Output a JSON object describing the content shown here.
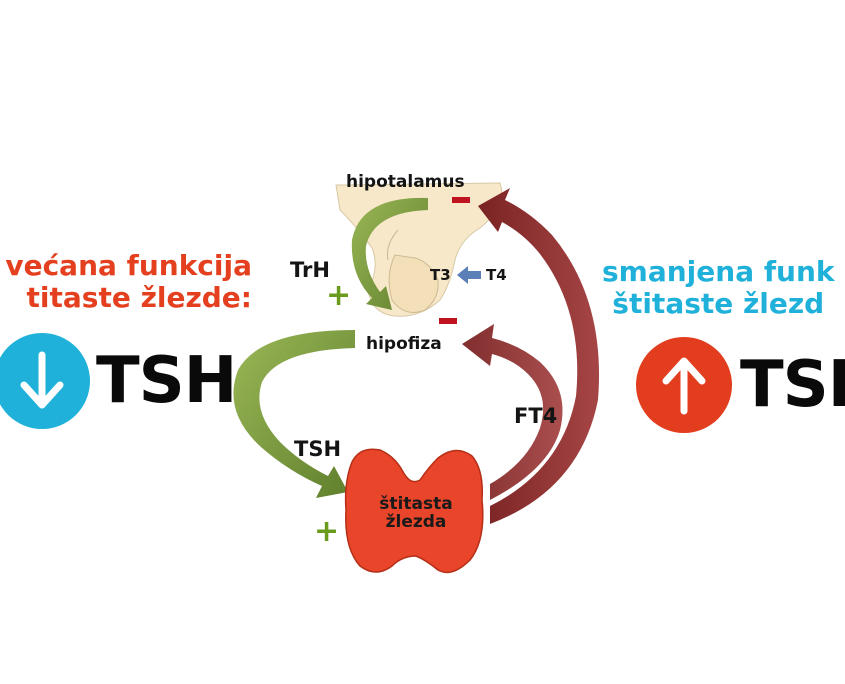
{
  "left": {
    "line1": "većana funkcija",
    "line2": "titaste žlezde:",
    "tsh": "TSH",
    "arrow_icon": "arrow-down-icon",
    "color": "#e4401f",
    "circle_color": "#1fb1da"
  },
  "right": {
    "line1": "smanjena funk",
    "line2": "štitaste žlezd",
    "tsh": "TSH",
    "arrow_icon": "arrow-up-icon",
    "color": "#1fb1da",
    "circle_color": "#e33d1f"
  },
  "center": {
    "hypothalamus": "hipotalamus",
    "pituitary": "hipofiza",
    "trh": "TrH",
    "t3": "T3",
    "t4": "T4",
    "tsh": "TSH",
    "ft4": "FT4",
    "gland_line1": "štitasta",
    "gland_line2": "žlezda",
    "plus": "+",
    "stimulation_color": "#6f8c35",
    "inhibition_color": "#8d2d2d",
    "gland_color": "#e8452a"
  }
}
